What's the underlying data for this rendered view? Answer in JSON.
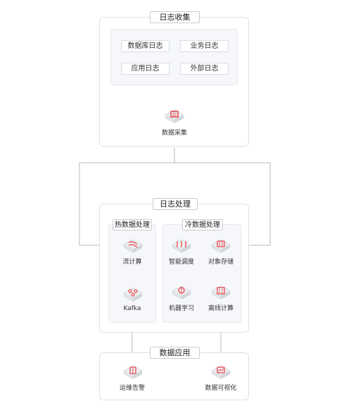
{
  "log_collection": {
    "title": "日志收集",
    "sources": [
      "数据库日志",
      "业务日志",
      "应用日志",
      "外部日志"
    ],
    "collector": "数据采集"
  },
  "log_processing": {
    "title": "日志处理",
    "hot": {
      "title": "热数据处理",
      "nodes": [
        "流计算",
        "Kafka"
      ]
    },
    "cold": {
      "title": "冷数据处理",
      "nodes": [
        "智能调度",
        "对象存储",
        "机器学习",
        "离线计算"
      ]
    }
  },
  "data_application": {
    "title": "数据应用",
    "nodes": [
      "运维告警",
      "数据可视化"
    ]
  },
  "colors": {
    "accent": "#e8474c",
    "border": "#dde1e6",
    "inner_bg": "#f5f7fa",
    "line": "#b5bac1"
  },
  "icons": [
    "database-collect-icon",
    "stream-compute-icon",
    "kafka-icon",
    "scheduler-icon",
    "object-storage-icon",
    "machine-learning-icon",
    "offline-compute-icon",
    "alert-icon",
    "visualization-icon"
  ]
}
